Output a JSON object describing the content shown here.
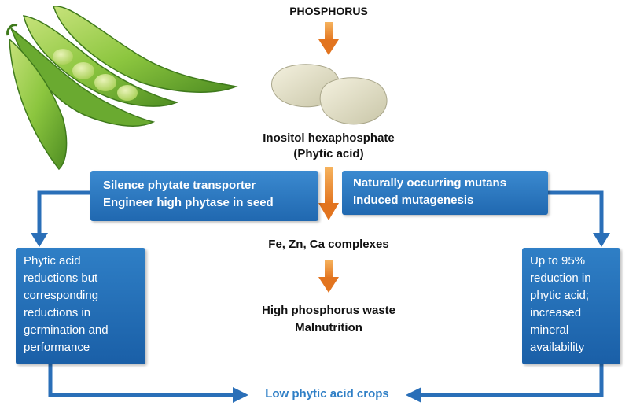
{
  "top_label": "PHOSPHORUS",
  "phytic": {
    "line1": "Inositol hexaphosphate",
    "line2": "(Phytic acid)"
  },
  "left_top_box": {
    "line1": "Silence phytate transporter",
    "line2": "Engineer high phytase in seed"
  },
  "right_top_box": {
    "line1": "Naturally occurring mutans",
    "line2": "Induced mutagenesis"
  },
  "complexes": "Fe, Zn, Ca complexes",
  "waste": {
    "line1": "High phosphorus waste",
    "line2": "Malnutrition"
  },
  "left_box": {
    "lines": [
      "Phytic acid",
      "reductions but",
      "corresponding",
      "reductions in",
      "germination and",
      "performance"
    ]
  },
  "right_box": {
    "lines": [
      "Up to 95%",
      "reduction in",
      "phytic acid;",
      "increased",
      "mineral",
      "availability"
    ]
  },
  "bottom_label": "Low phytic acid crops",
  "colors": {
    "arrow_orange": "#e8892a",
    "box_blue": "#1f64ab",
    "connector_blue": "#2a6fb8",
    "bottom_label": "#2f7fc6",
    "pea_green": "#8cc63f"
  }
}
